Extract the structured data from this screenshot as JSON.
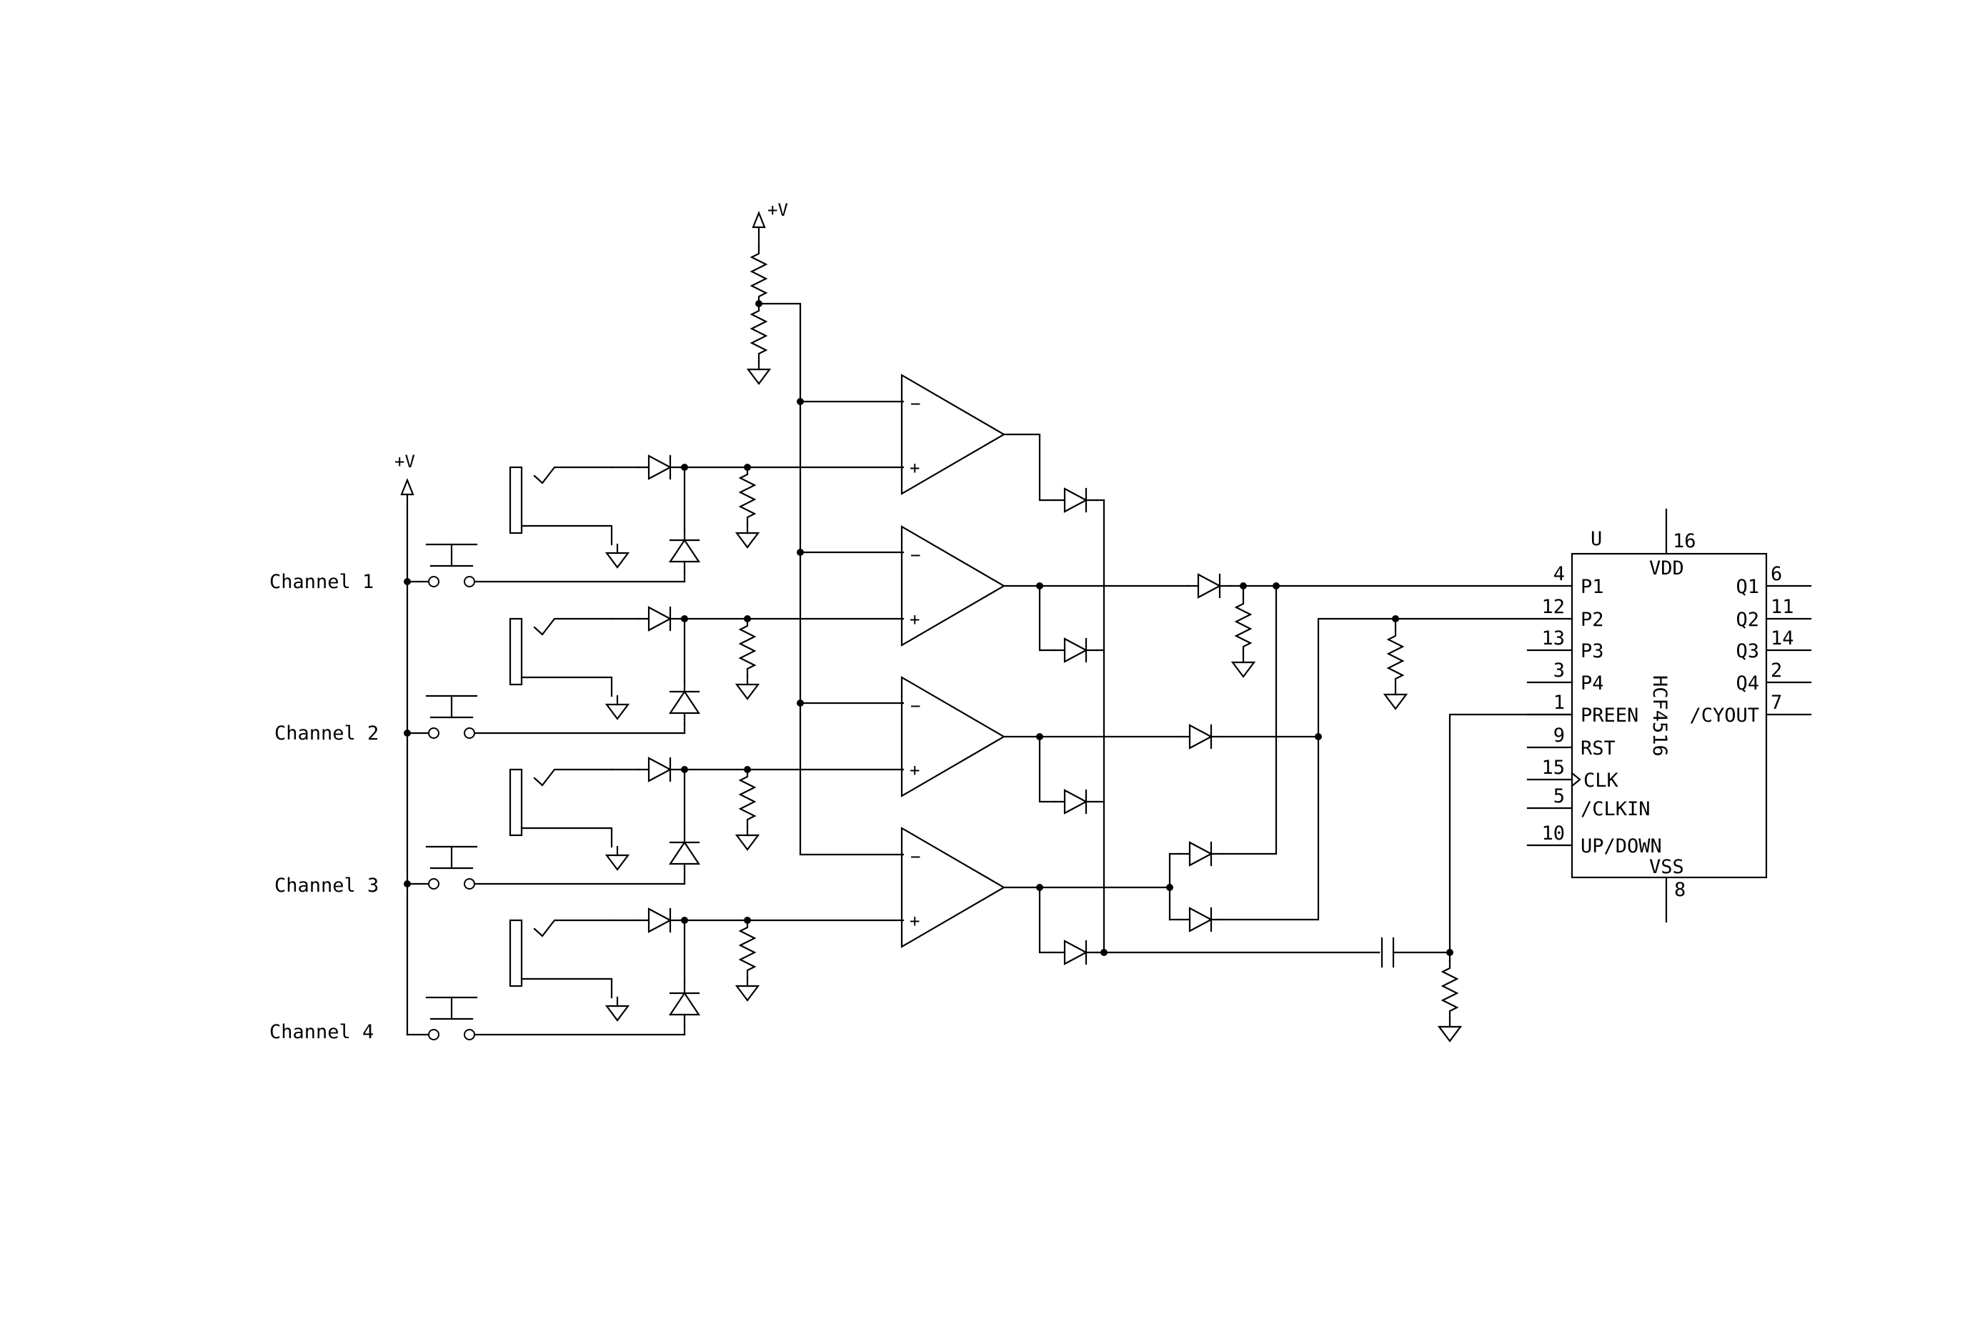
{
  "supply_label": "+V",
  "channels": [
    "Channel 1",
    "Channel 2",
    "Channel 3",
    "Channel 4"
  ],
  "opamp_signs": {
    "minus": "−",
    "plus": "+"
  },
  "ic": {
    "ref": "U",
    "part": "HCF4516",
    "left_pins": [
      {
        "num": "4",
        "name": "P1"
      },
      {
        "num": "12",
        "name": "P2"
      },
      {
        "num": "13",
        "name": "P3"
      },
      {
        "num": "3",
        "name": "P4"
      },
      {
        "num": "1",
        "name": "PREEN"
      },
      {
        "num": "9",
        "name": "RST"
      },
      {
        "num": "15",
        "name": "CLK"
      },
      {
        "num": "5",
        "name": "/CLKIN"
      },
      {
        "num": "10",
        "name": "UP/DOWN"
      }
    ],
    "right_pins": [
      {
        "num": "6",
        "name": "Q1"
      },
      {
        "num": "11",
        "name": "Q2"
      },
      {
        "num": "14",
        "name": "Q3"
      },
      {
        "num": "2",
        "name": "Q4"
      },
      {
        "num": "7",
        "name": "/CYOUT"
      }
    ],
    "top_pin": {
      "num": "16",
      "name": "VDD"
    },
    "bottom_pin": {
      "num": "8",
      "name": "VSS"
    }
  }
}
